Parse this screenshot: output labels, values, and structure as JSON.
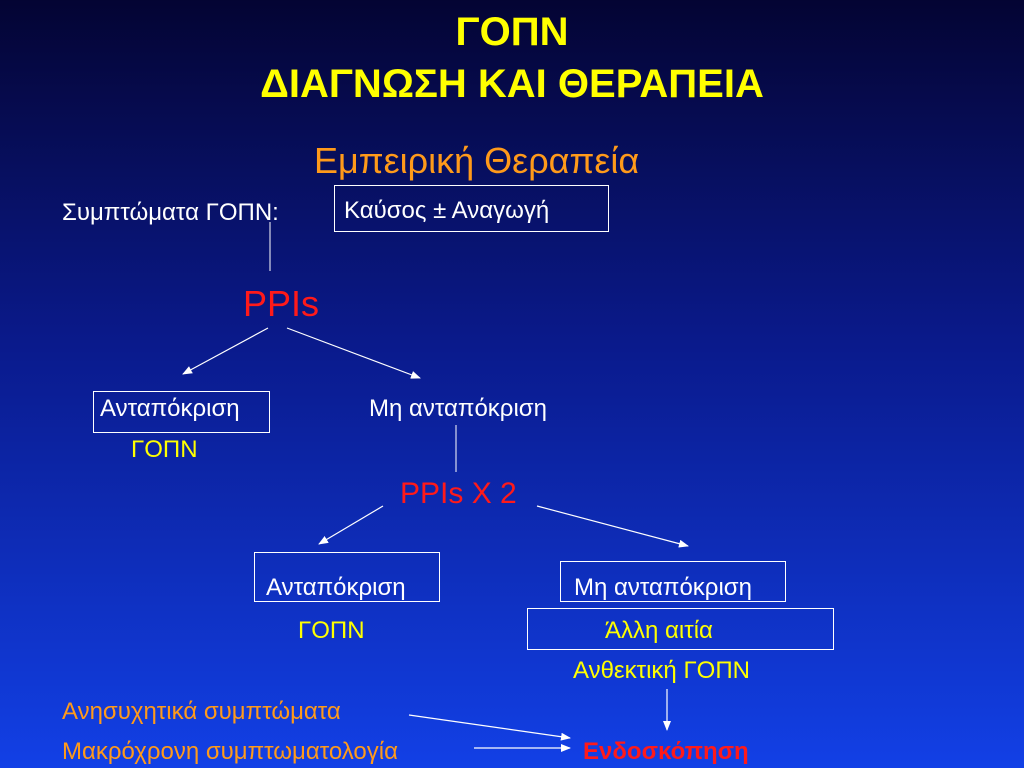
{
  "slide": {
    "title_line1": "ΓΟΠΝ",
    "title_line2": "ΔΙΑΓΝΩΣΗ ΚΑΙ ΘΕΡΑΠΕΙΑ",
    "subtitle": "Εμπειρική Θεραπεία"
  },
  "diagram": {
    "symptoms_label": "Συμπτώματα ΓΟΠΝ:",
    "symptoms_box": "Καύσος ± Αναγωγή",
    "ppis": "PPIs",
    "response_1": "Ανταπόκριση",
    "gopn_1": "ΓΟΠΝ",
    "no_response_1": "Μη ανταπόκριση",
    "ppis_x2": "PPIs X 2",
    "response_2": "Ανταπόκριση",
    "gopn_2": "ΓΟΠΝ",
    "no_response_2": "Μη ανταπόκριση",
    "other_cause": "Άλλη αιτία",
    "resistant_gopn": "Ανθεκτική   ΓΟΠΝ",
    "alarming_symptoms": "Ανησυχητικά συμπτώματα",
    "long_term_symptoms": "Μακρόχρονη συμπτωματολογία",
    "endoscopy": "Ενδοσκόπηση"
  },
  "colors": {
    "title": "#ffff00",
    "subtitle": "#ff9a1a",
    "red": "#ff1a1a",
    "text": "#ffffff"
  }
}
